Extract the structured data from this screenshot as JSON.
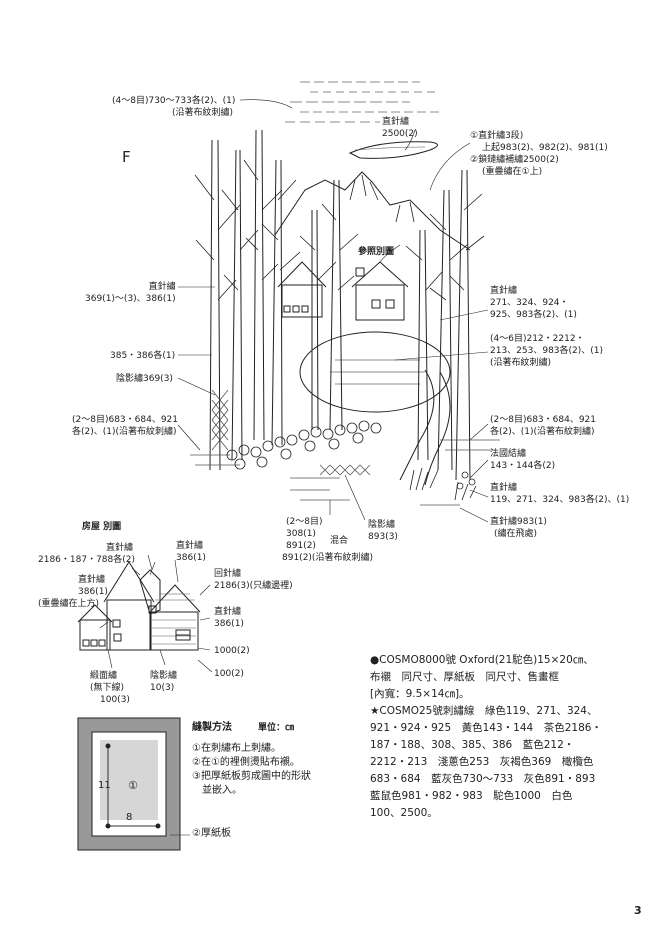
{
  "section_letter": "F",
  "page_number": "3",
  "labels": {
    "top_left": [
      "(4～8目)730～733各(2)、(1)",
      "(沿著布紋刺繡)"
    ],
    "cloud": [
      "直針繡",
      "2500(2)"
    ],
    "mountain": [
      "①直針繡3段)",
      "上起983(2)、982(2)、981(1)",
      "②鎖鏈繡補繡2500(2)",
      "(重疊繡在①上)"
    ],
    "see_fig": [
      "參照別圖"
    ],
    "trees_left": [
      "直針繡",
      "369(1)～(3)、386(1)"
    ],
    "trees_right": [
      "直針繡",
      "271、324、924・",
      "925、983各(2)、(1)"
    ],
    "lake_right": [
      "(4～6目)212・2212・",
      "213、253、983各(2)、(1)",
      "(沿著布紋刺繡)"
    ],
    "left_385": [
      "385・386各(1)"
    ],
    "shade_left": [
      "陰影繡369(3)"
    ],
    "ground_left": [
      "(2～8目)683・684、921",
      "各(2)、(1)(沿著布紋刺繡)"
    ],
    "ground_right": [
      "(2～8目)683・684、921",
      "各(2)、(1)(沿著布紋刺繡)"
    ],
    "french_knot": [
      "法國結繡",
      "143・144各(2)"
    ],
    "grass_right": [
      "直針繡",
      "119、271、324、983各(2)、(1)"
    ],
    "grass_bottom": [
      "直針繡983(1)",
      "(繡在飛處)"
    ],
    "mix": [
      "(2～8目)",
      "308(1)",
      "891(2)",
      "891(2)(沿著布紋刺繡)"
    ],
    "mix_word": [
      "混合"
    ],
    "shade_mid": [
      "陰影繡",
      "893(3)"
    ],
    "house_title": [
      "房屋 別圖"
    ],
    "h_straight1": [
      "直針繡",
      "2186・187・788各(2)"
    ],
    "h_straight2": [
      "直針繡",
      "386(1)"
    ],
    "h_back": [
      "回針繡",
      "2186(3)(只繡邊裡)"
    ],
    "h_straight3": [
      "直針繡",
      "386(1)",
      "(重疊繡在上方)"
    ],
    "h_straight4": [
      "直針繡",
      "386(1)"
    ],
    "h_1000": [
      "1000(2)"
    ],
    "h_satin": [
      "緞面繡",
      "(無下線)",
      "100(3)"
    ],
    "h_shade": [
      "陰影繡",
      "10(3)"
    ],
    "h_100": [
      "100(2)"
    ]
  },
  "method": {
    "title": "縫製方法",
    "unit": "單位：㎝",
    "steps": [
      "①在刺繡布上刺繡。",
      "②在①的裡側燙貼布襯。",
      "③把厚紙板剪成圖中的形狀",
      "　並嵌入。"
    ],
    "board_label": "②厚紙板",
    "dim_h": "11",
    "dim_w": "8",
    "center_mark": "①"
  },
  "notes": [
    "●COSMO8000號 Oxford(21駝色)15×20㎝、",
    "布襯　同尺寸、厚紙板　同尺寸、售畫框",
    "[內寬：9.5×14㎝]。",
    "★COSMO25號刺繡線　綠色119、271、324、",
    "921・924・925　黃色143・144　茶色2186・",
    "187・188、308、385、386　藍色212・",
    "2212・213　淺蔥色253　灰褐色369　橄欖色",
    "683・684　藍灰色730～733　灰色891・893",
    "藍鼠色981・982・983　駝色1000　白色",
    "100、2500。"
  ]
}
